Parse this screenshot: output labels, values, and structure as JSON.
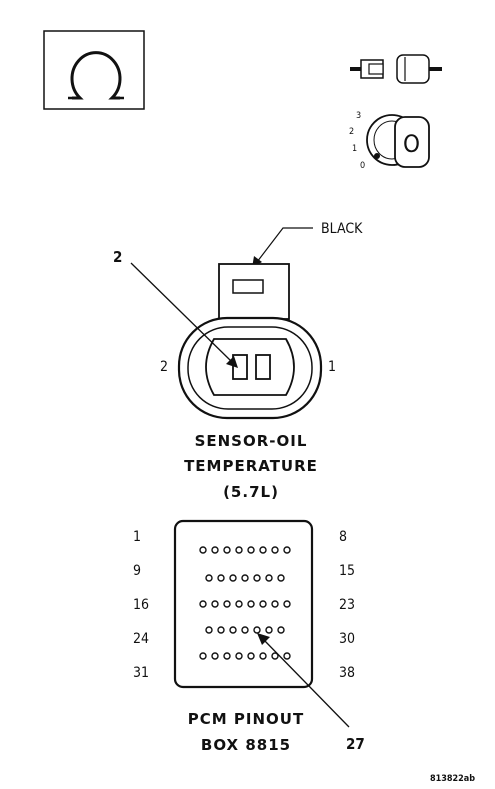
{
  "meter_symbol": "Ω",
  "connector_color_label": "BLACK",
  "sensor_callout": "2",
  "sensor_pin_left": "2",
  "sensor_pin_right": "1",
  "sensor_title": [
    "SENSOR-OIL",
    "TEMPERATURE",
    "(5.7L)"
  ],
  "ignition_positions": [
    "3",
    "2",
    "1",
    "0"
  ],
  "ignition_key_label": "O",
  "pcm_left_labels": [
    "1",
    "9",
    "16",
    "24",
    "31"
  ],
  "pcm_right_labels": [
    "8",
    "15",
    "23",
    "30",
    "38"
  ],
  "pcm_callout": "27",
  "pcm_title": [
    "PCM PINOUT",
    "BOX 8815"
  ],
  "figure_id": "813822ab",
  "pcm_rows": [
    8,
    7,
    8,
    7,
    8
  ]
}
